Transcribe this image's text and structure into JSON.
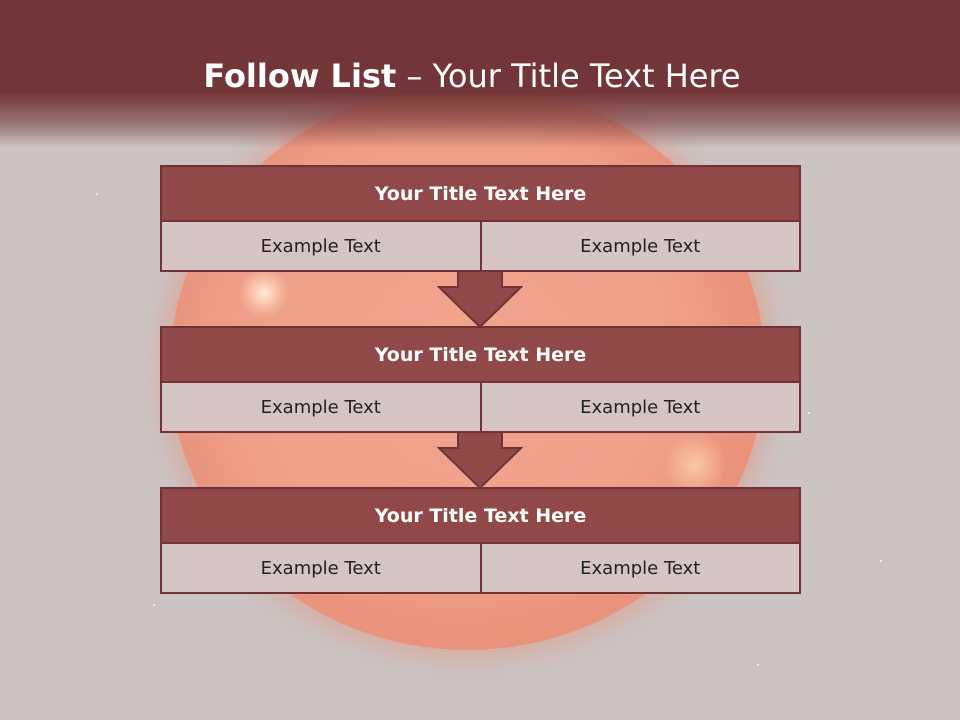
{
  "header": {
    "title_strong": "Follow List",
    "title_rest": " – Your Title Text Here"
  },
  "steps": [
    {
      "title": "Your Title Text Here",
      "left_text": "Example Text",
      "right_text": "Example Text"
    },
    {
      "title": "Your Title Text Here",
      "left_text": "Example Text",
      "right_text": "Example Text"
    },
    {
      "title": "Your Title Text Here",
      "left_text": "Example Text",
      "right_text": "Example Text"
    }
  ],
  "colors": {
    "header_bg": "#733638",
    "box_title_bg": "#914849",
    "box_border": "#6f3335",
    "cell_bg": "#d7c5c5",
    "arrow_fill": "#914849",
    "slide_bg": "#cbc4c3"
  },
  "icons": {
    "arrow": "arrow-down-icon"
  }
}
